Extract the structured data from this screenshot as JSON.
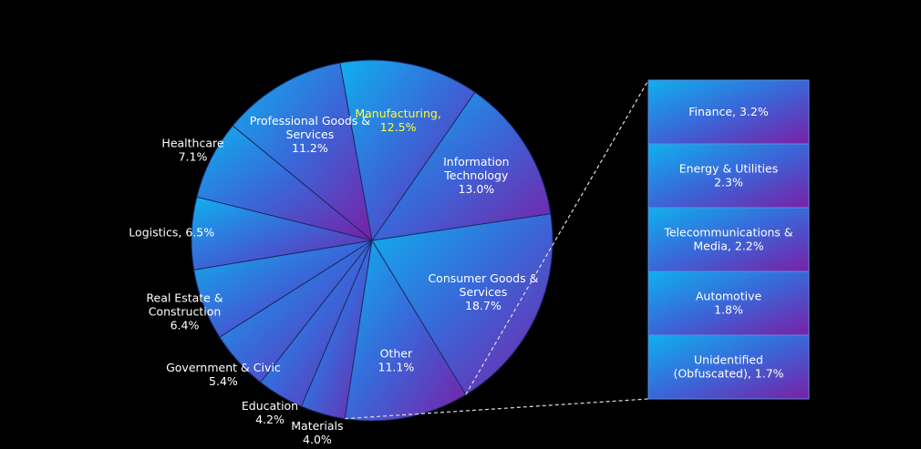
{
  "chart_data": {
    "type": "pie",
    "colors": {
      "background": "#000000",
      "gradient_light": "#0fb0ee",
      "gradient_mid": "#3a66d8",
      "gradient_dark": "#7a1fa6",
      "label": "#ffffff",
      "highlight_label": "#ffff33",
      "connector": "#dddddd",
      "slice_stroke": "#1b2a6a"
    },
    "slices": [
      {
        "lines": [
          "Consumer Goods &",
          "Services",
          "18.7%"
        ],
        "value": 18.7
      },
      {
        "lines": [
          "Information",
          "Technology",
          "13.0%"
        ],
        "value": 13.0
      },
      {
        "lines": [
          "Manufacturing,",
          "12.5%"
        ],
        "value": 12.5,
        "highlight": true
      },
      {
        "lines": [
          "Professional Goods &",
          "Services",
          "11.2%"
        ],
        "value": 11.2
      },
      {
        "lines": [
          "Healthcare",
          "7.1%"
        ],
        "value": 7.1
      },
      {
        "lines": [
          "Logistics, 6.5%"
        ],
        "value": 6.5
      },
      {
        "lines": [
          "Real Estate &",
          "Construction",
          "6.4%"
        ],
        "value": 6.4
      },
      {
        "lines": [
          "Government & Civic",
          "5.4%"
        ],
        "value": 5.4
      },
      {
        "lines": [
          "Education",
          "4.2%"
        ],
        "value": 4.2
      },
      {
        "lines": [
          "Materials",
          "4.0%"
        ],
        "value": 4.0
      },
      {
        "lines": [
          "Other",
          "11.1%"
        ],
        "value": 11.1
      }
    ],
    "breakout": {
      "from": "Other",
      "items": [
        {
          "lines": [
            "Finance, 3.2%"
          ],
          "value": 3.2
        },
        {
          "lines": [
            "Energy & Utilities",
            "2.3%"
          ],
          "value": 2.3
        },
        {
          "lines": [
            "Telecommunications &",
            "Media, 2.2%"
          ],
          "value": 2.2
        },
        {
          "lines": [
            "Automotive",
            "1.8%"
          ],
          "value": 1.8
        },
        {
          "lines": [
            "Unidentified",
            "(Obfuscated), 1.7%"
          ],
          "value": 1.7
        }
      ]
    }
  }
}
